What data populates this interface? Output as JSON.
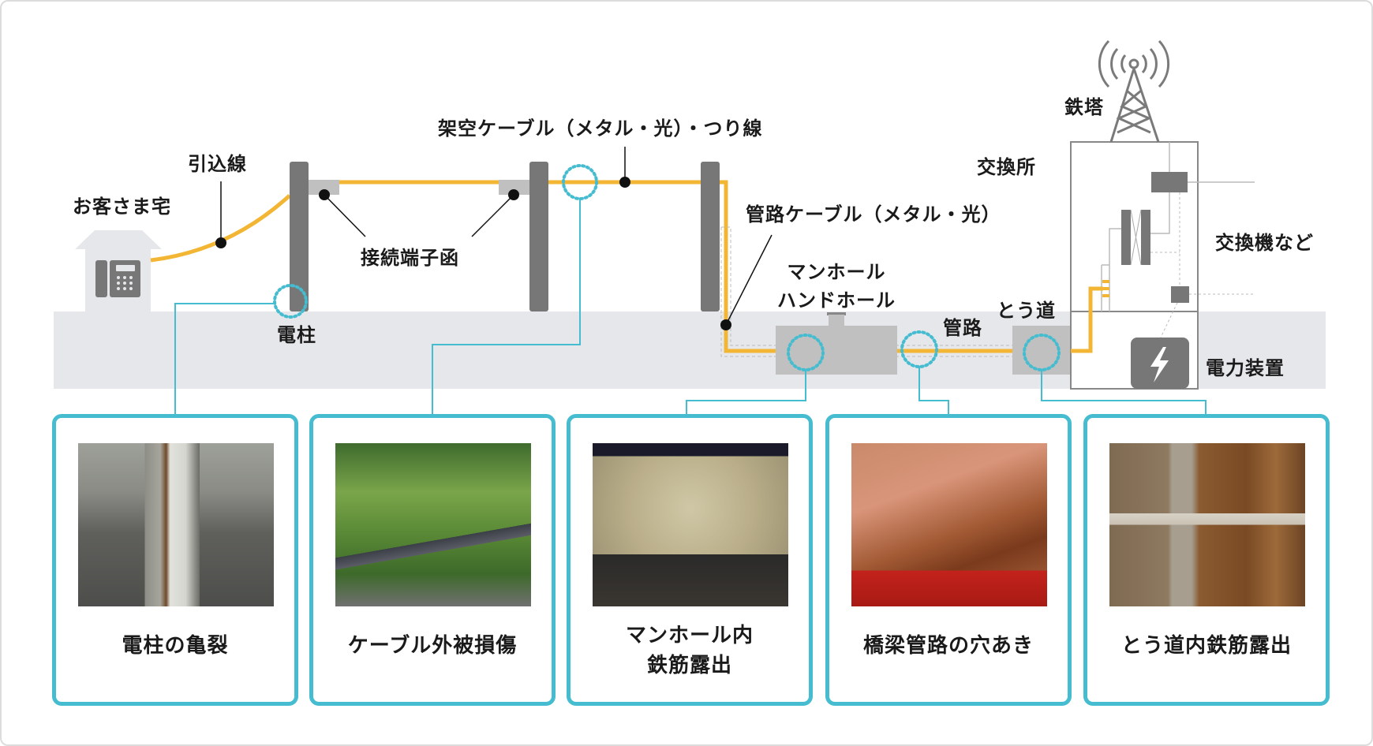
{
  "diagram": {
    "labels": {
      "customer_home": "お客さま宅",
      "drop_wire": "引込線",
      "utility_pole": "電柱",
      "terminal_box": "接続端子函",
      "aerial_cable": "架空ケーブル（メタル・光）・つり線",
      "conduit_cable": "管路ケーブル（メタル・光）",
      "manhole_line1": "マンホール",
      "manhole_line2": "ハンドホール",
      "conduit": "管路",
      "tunnel": "とう道",
      "steel_tower": "鉄塔",
      "exchange_office": "交換所",
      "switching_equipment": "交換機など",
      "power_equipment": "電力装置"
    },
    "icons": {
      "telephone": "telephone-icon",
      "tower": "radio-tower-icon",
      "power": "lightning-bolt-icon"
    },
    "colors": {
      "cable": "#f2b634",
      "pole": "#777777",
      "ground": "#e6e7eb",
      "highlight_circle": "#45bccf",
      "card_border": "#45bccf",
      "box": "#bdbdbd"
    }
  },
  "cards": [
    {
      "label": "電柱の亀裂",
      "photo": "utility pole crack"
    },
    {
      "label": "ケーブル外被損傷",
      "photo": "damaged cable sheath"
    },
    {
      "label_line1": "マンホール内",
      "label_line2": "鉄筋露出",
      "photo": "exposed rebar inside manhole"
    },
    {
      "label": "橋梁管路の穴あき",
      "photo": "hole in bridge conduit"
    },
    {
      "label": "とう道内鉄筋露出",
      "photo": "exposed rebar inside tunnel"
    }
  ]
}
